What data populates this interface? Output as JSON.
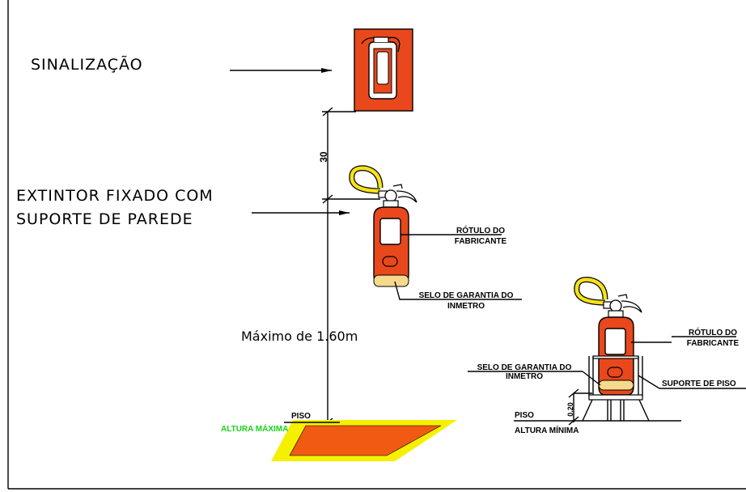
{
  "labels": {
    "sinalizacao": "SINALIZAÇÃO",
    "extintor_line1": "EXTINTOR FIXADO COM",
    "extintor_line2": "SUPORTE DE PAREDE",
    "dim_30": "30",
    "maximo": "Máximo de 1.60m",
    "rotulo_line1_a": "RÓTULO DO",
    "rotulo_line2_a": "FABRICANTE",
    "selo_line1_a": "SELO DE GARANTIA DO",
    "selo_line2_a": "INMETRO",
    "piso_a": "PISO",
    "altura_maxima": "ALTURA MÁXIMA",
    "rotulo_line1_b": "RÓTULO DO",
    "rotulo_line2_b": "FABRICANTE",
    "selo_line1_b": "SELO DE GARANTIA DO",
    "selo_line2_b": "INMETRO",
    "suporte_piso": "SUPORTE DE PISO",
    "dim_020": "0.20",
    "piso_b": "PISO",
    "altura_minima": "ALTURA MÍNIMA"
  },
  "colors": {
    "extinguisher": "#e8481c",
    "hose": "#f5e11a",
    "floor_marking_border": "#f5f000",
    "floor_marking_fill": "#f05a12",
    "altura_maxima_text": "#19d419",
    "seal": "#f6d98a"
  }
}
